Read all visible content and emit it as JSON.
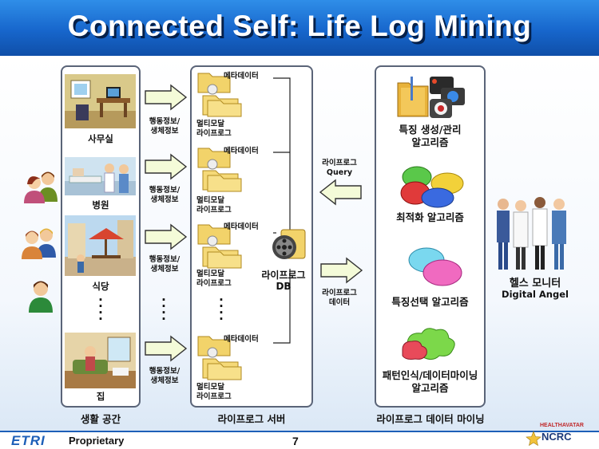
{
  "title": "Connected Self: Life Log Mining",
  "spaces": {
    "office": "사무실",
    "hospital": "병원",
    "restaurant": "식당",
    "home": "집",
    "caption": "생활 공간"
  },
  "flow_label_line1": "행동정보/",
  "flow_label_line2": "생체정보",
  "server": {
    "metadata": "메타데이터",
    "multimodal_line1": "멀티모달",
    "multimodal_line2": "라이프로그",
    "db_line1": "라이프로그",
    "db_line2": "DB",
    "caption": "라이프로그 서버"
  },
  "query_label_line1": "라이프로그",
  "query_label_line2": "Query",
  "data_label_line1": "라이프로그",
  "data_label_line2": "데이터",
  "mining": {
    "feature_gen_line1": "특징 생성/관리",
    "feature_gen_line2": "알고리즘",
    "optimization": "최적화 알고리즘",
    "feature_select": "특징선택 알고리즘",
    "pattern_line1": "패턴인식/데이터마이닝",
    "pattern_line2": "알고리즘",
    "caption": "라이프로그 데이터 마이닝"
  },
  "health_monitor": {
    "label": "헬스 모니터",
    "sub": "Digital Angel"
  },
  "footer": {
    "logo": "ETRI",
    "proprietary": "Proprietary",
    "page_number": "7",
    "partner_brand": "HEALTHAVATAR",
    "partner_logo": "NCRC"
  },
  "colors": {
    "title_bar": "#1766cc",
    "arrow_fill": "#f4fbd8",
    "panel_border": "#5a6478"
  }
}
